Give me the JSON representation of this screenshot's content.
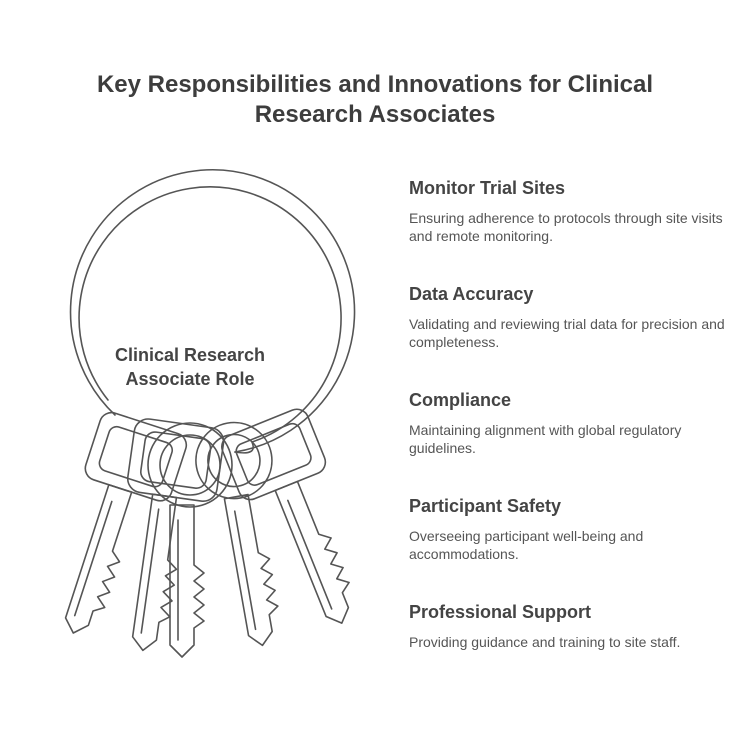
{
  "title": {
    "line1": "Key Responsibilities and Innovations for Clinical",
    "line2": "Research Associates"
  },
  "center": {
    "line1": "Clinical Research",
    "line2": "Associate Role"
  },
  "items": [
    {
      "title": "Monitor Trial Sites",
      "desc": "Ensuring adherence to protocols through site visits and remote monitoring."
    },
    {
      "title": "Data Accuracy",
      "desc": "Validating and reviewing trial data for precision and completeness."
    },
    {
      "title": "Compliance",
      "desc": "Maintaining alignment with global regulatory guidelines."
    },
    {
      "title": "Participant Safety",
      "desc": "Overseeing participant well-being and accommodations."
    },
    {
      "title": "Professional Support",
      "desc": "Providing guidance and training to site staff."
    }
  ],
  "colors": {
    "stroke": "#555555",
    "text": "#444444",
    "background": "#ffffff"
  },
  "illustration": {
    "icon": "key-ring-icon"
  }
}
